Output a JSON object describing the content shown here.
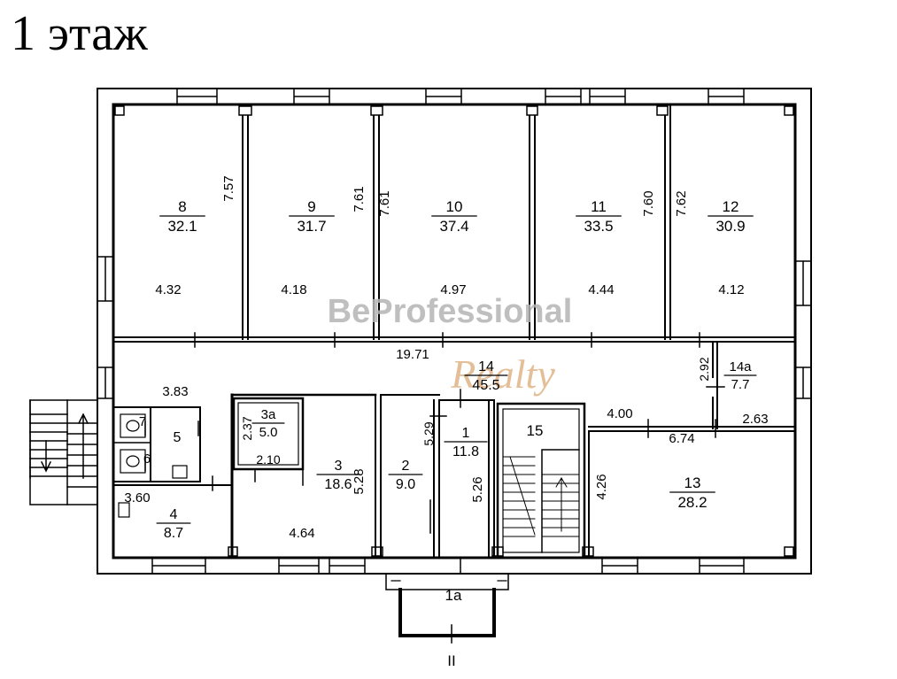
{
  "title": "1 этаж",
  "watermark": {
    "line1": "BeProfessional",
    "line2": "Realty"
  },
  "rooms": [
    {
      "id": "room-8",
      "number": "8",
      "area": "32.1"
    },
    {
      "id": "room-9",
      "number": "9",
      "area": "31.7"
    },
    {
      "id": "room-10",
      "number": "10",
      "area": "37.4"
    },
    {
      "id": "room-11",
      "number": "11",
      "area": "33.5"
    },
    {
      "id": "room-12",
      "number": "12",
      "area": "30.9"
    },
    {
      "id": "room-14",
      "number": "14",
      "area": "45.5"
    },
    {
      "id": "room-14a",
      "number": "14а",
      "area": "7.7"
    },
    {
      "id": "room-3a",
      "number": "3а",
      "area": "5.0"
    },
    {
      "id": "room-3",
      "number": "3",
      "area": "18.6"
    },
    {
      "id": "room-2",
      "number": "2",
      "area": "9.0"
    },
    {
      "id": "room-1",
      "number": "1",
      "area": "11.8"
    },
    {
      "id": "room-13",
      "number": "13",
      "area": "28.2"
    },
    {
      "id": "room-4",
      "number": "4",
      "area": "8.7"
    }
  ],
  "labels": {
    "room5": "5",
    "room6": "6",
    "room7": "7",
    "room15": "15",
    "room1a": "1а",
    "section": "II"
  },
  "dimensions": {
    "d_757": "7.57",
    "d_761a": "7.61",
    "d_761b": "7.61",
    "d_760": "7.60",
    "d_762": "7.62",
    "d_432": "4.32",
    "d_418": "4.18",
    "d_497": "4.97",
    "d_444": "4.44",
    "d_412": "4.12",
    "d_1971": "19.71",
    "d_292": "2.92",
    "d_383": "3.83",
    "d_400": "4.00",
    "d_674": "6.74",
    "d_263": "2.63",
    "d_237": "2.37",
    "d_210": "2.10",
    "d_529": "5.29",
    "d_528": "5.28",
    "d_526": "5.26",
    "d_426": "4.26",
    "d_360": "3.60",
    "d_464": "4.64"
  },
  "colors": {
    "line": "#000000",
    "watermark_gray": "#b4b4b4",
    "watermark_tan": "#d9a873"
  }
}
